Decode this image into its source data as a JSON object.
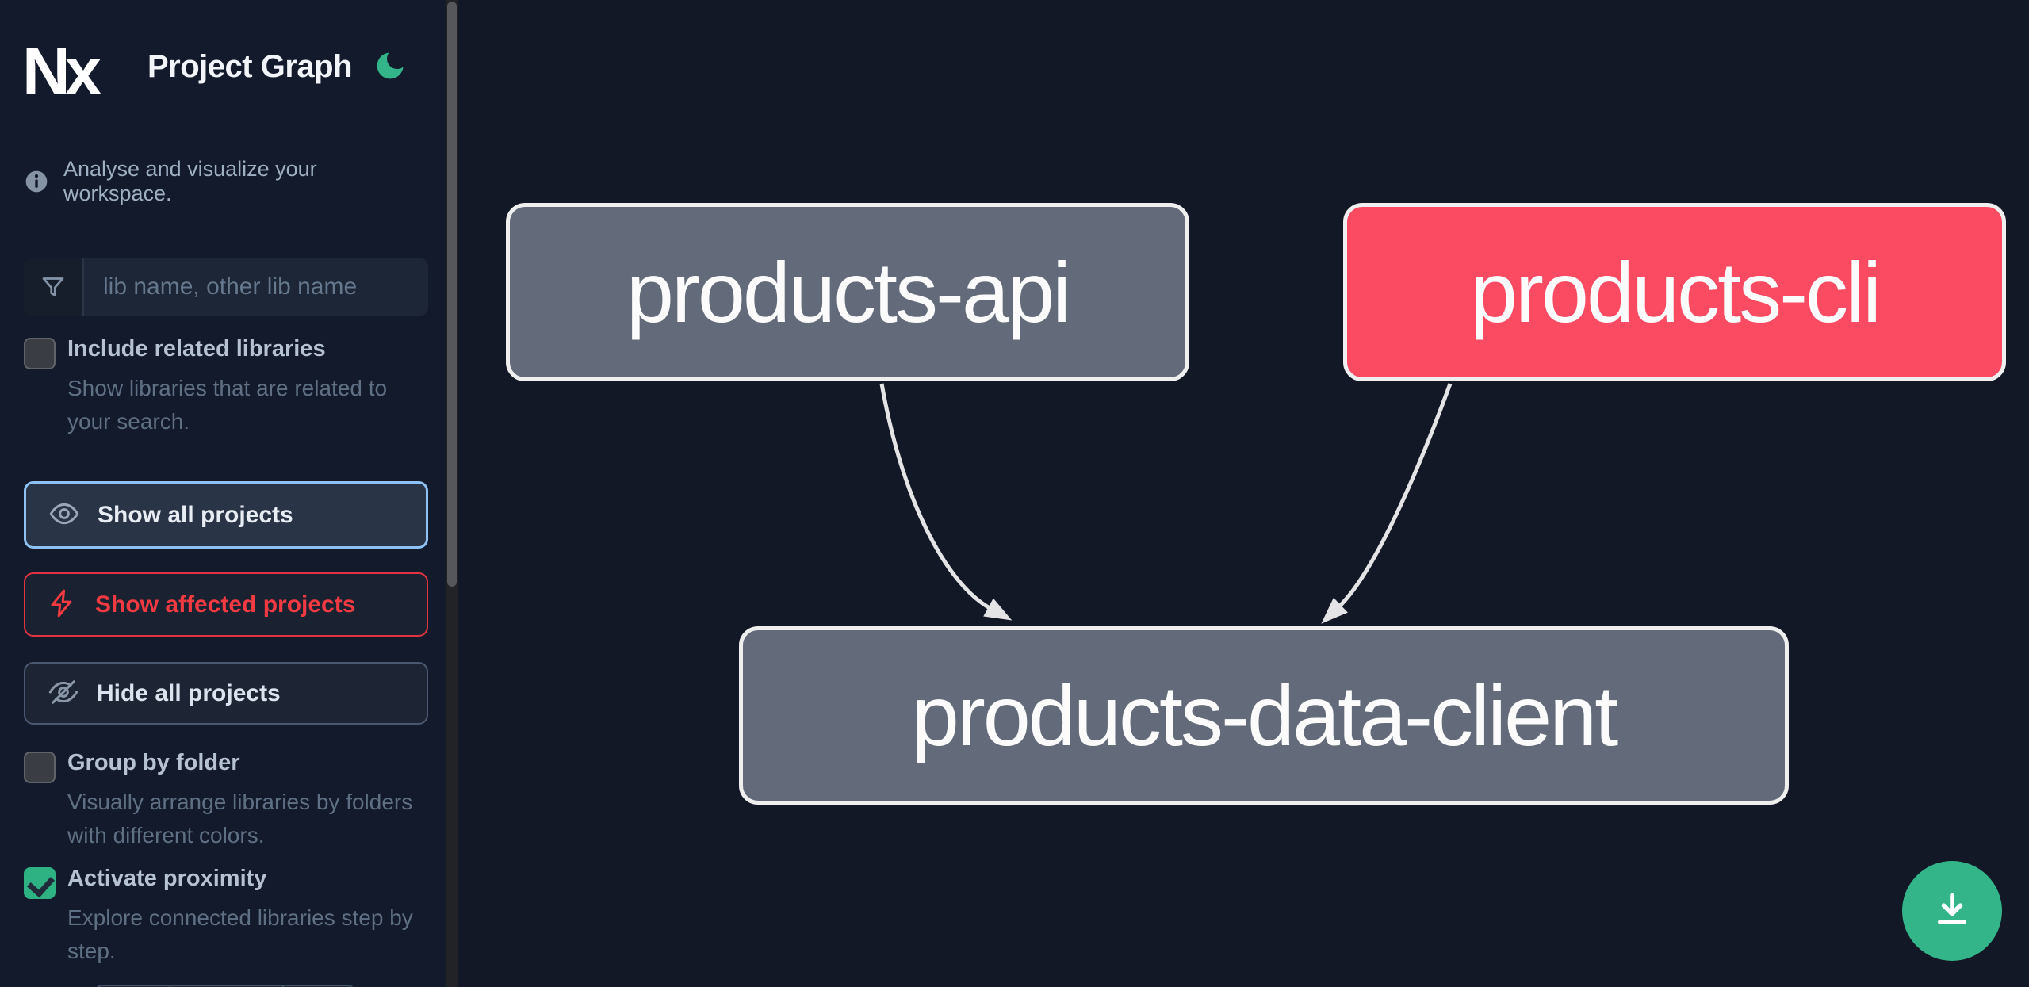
{
  "header": {
    "logo_text": "Nx",
    "title": "Project Graph"
  },
  "sidebar": {
    "tagline": "Analyse and visualize your workspace.",
    "search_placeholder": "lib name, other lib name",
    "include_related": {
      "label": "Include related libraries",
      "description": "Show libraries that are related to your search.",
      "checked": false
    },
    "group_by_folder": {
      "label": "Group by folder",
      "description": "Visually arrange libraries by folders with different colors.",
      "checked": false
    },
    "activate_proximity": {
      "label": "Activate proximity",
      "description": "Explore connected libraries step by step.",
      "checked": true
    },
    "actions": {
      "show_all": "Show all projects",
      "show_affected": "Show affected projects",
      "hide_all": "Hide all projects"
    }
  },
  "graph": {
    "nodes": [
      {
        "id": "products-api",
        "label": "products-api",
        "affected": false
      },
      {
        "id": "products-cli",
        "label": "products-cli",
        "affected": true
      },
      {
        "id": "products-data-client",
        "label": "products-data-client",
        "affected": false
      }
    ],
    "edges": [
      {
        "from": "products-api",
        "to": "products-data-client"
      },
      {
        "from": "products-cli",
        "to": "products-data-client"
      }
    ]
  },
  "colors": {
    "accent_green": "#34b489",
    "affected_pink": "#fb4b63",
    "node_gray": "#636b7a",
    "focus_blue": "#8fc2f4",
    "alert_red": "#f23a42",
    "background": "#121826"
  }
}
